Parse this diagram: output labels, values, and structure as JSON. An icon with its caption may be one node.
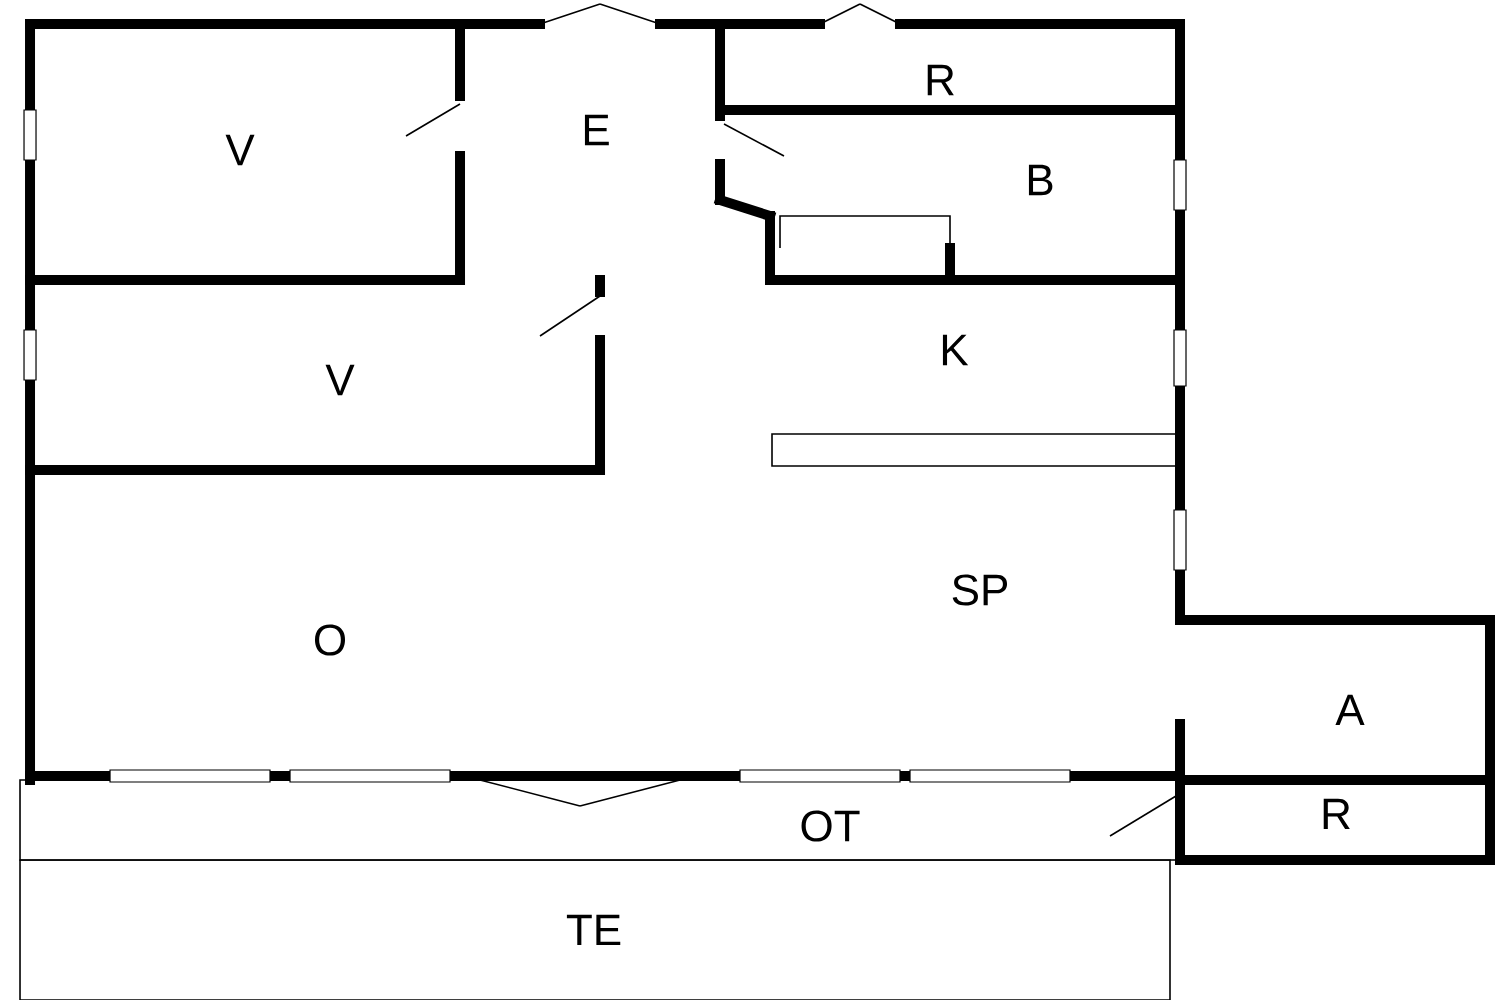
{
  "diagram": {
    "labels": [
      "V",
      "E",
      "R",
      "B",
      "K",
      "V",
      "SP",
      "O",
      "A",
      "OT",
      "R",
      "TE"
    ]
  }
}
